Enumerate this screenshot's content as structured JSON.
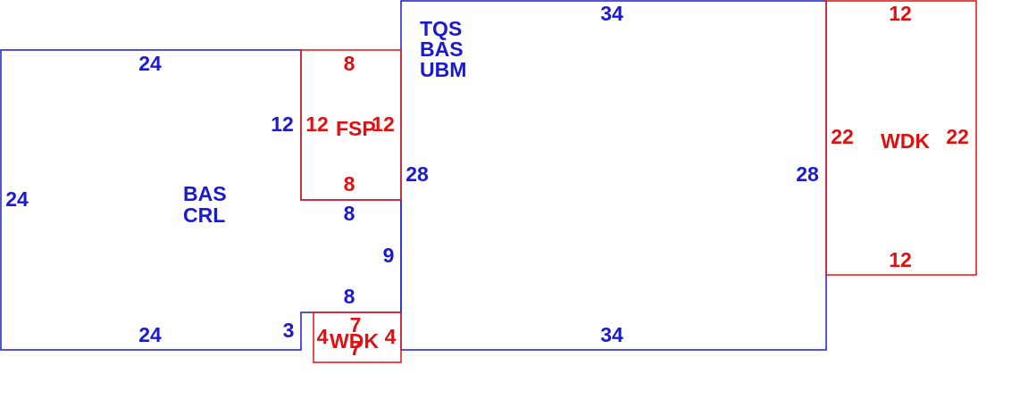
{
  "colors": {
    "main_area": "#1a1ad0",
    "addition_area": "#e01010",
    "background": "#ffffff"
  },
  "areas": {
    "left_block": {
      "labels": [
        "BAS",
        "CRL"
      ],
      "dims": {
        "top": "24",
        "left": "24",
        "bottom": "24",
        "notch_side": "3",
        "step_top": "8",
        "step_right": "9",
        "step_bottom": "8",
        "inner_left": "12"
      }
    },
    "center_block": {
      "labels": [
        "TQS",
        "BAS",
        "UBM"
      ],
      "dims": {
        "top": "34",
        "bottom": "34",
        "left": "28",
        "right": "28"
      }
    },
    "fsp": {
      "label": "FSP",
      "dims": {
        "top": "8",
        "bottom": "8",
        "left": "12",
        "right": "12"
      }
    },
    "wdk_right": {
      "label": "WDK",
      "dims": {
        "top": "12",
        "bottom": "12",
        "left": "22",
        "right": "22"
      }
    },
    "wdk_bottom": {
      "label": "WDK",
      "dims": {
        "top": "7",
        "bottom": "7",
        "left": "4",
        "right": "4"
      }
    }
  }
}
